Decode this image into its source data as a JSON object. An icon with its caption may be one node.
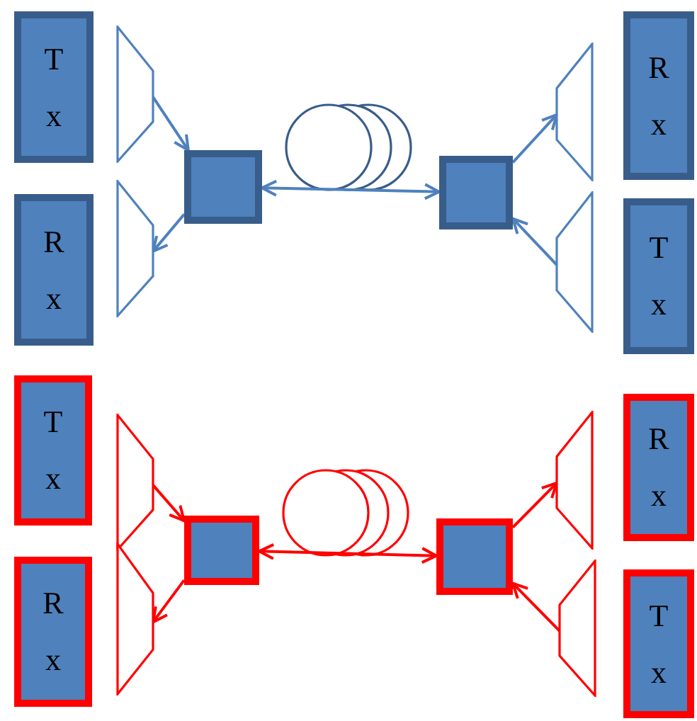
{
  "diagram": {
    "nodes": [
      {
        "text": [
          "T x"
        ]
      },
      {
        "text": [
          "R x"
        ]
      },
      {
        "text": [],
        "shape": "trapezoid"
      },
      {
        "text": [],
        "shape": "trapezoid"
      },
      {
        "text": [],
        "shape": "box"
      },
      {
        "text": [],
        "shape": "box"
      },
      {
        "text": [],
        "shape": "trapezoid"
      },
      {
        "text": [],
        "shape": "trapezoid"
      },
      {
        "text": [
          "R x"
        ]
      },
      {
        "text": [
          "T x"
        ]
      },
      {
        "text": [
          "T x"
        ]
      },
      {
        "text": [
          "R x"
        ]
      },
      {
        "text": [],
        "shape": "trapezoid"
      },
      {
        "text": [],
        "shape": "trapezoid"
      },
      {
        "text": [],
        "shape": "box"
      },
      {
        "text": [],
        "shape": "box"
      },
      {
        "text": [],
        "shape": "trapezoid"
      },
      {
        "text": [],
        "shape": "trapezoid"
      },
      {
        "text": [
          "R x"
        ]
      },
      {
        "text": [
          "T x"
        ]
      }
    ],
    "edges": [
      {
        "from": 2,
        "to": 4,
        "arrow": "to"
      },
      {
        "from": 4,
        "to": 3,
        "arrow": "to"
      },
      {
        "from": 4,
        "to": 5,
        "arrow": "both"
      },
      {
        "from": 5,
        "to": 6,
        "arrow": "to"
      },
      {
        "from": 7,
        "to": 5,
        "arrow": "to"
      },
      {
        "from": 12,
        "to": 14,
        "arrow": "to",
        "color": "#ff0000"
      },
      {
        "from": 14,
        "to": 13,
        "arrow": "to",
        "color": "#ff0000"
      },
      {
        "from": 14,
        "to": 15,
        "arrow": "both",
        "color": "#ff0000"
      },
      {
        "from": 15,
        "to": 16,
        "arrow": "to",
        "color": "#ff0000"
      },
      {
        "from": 17,
        "to": 15,
        "arrow": "to",
        "color": "#ff0000"
      }
    ]
  }
}
